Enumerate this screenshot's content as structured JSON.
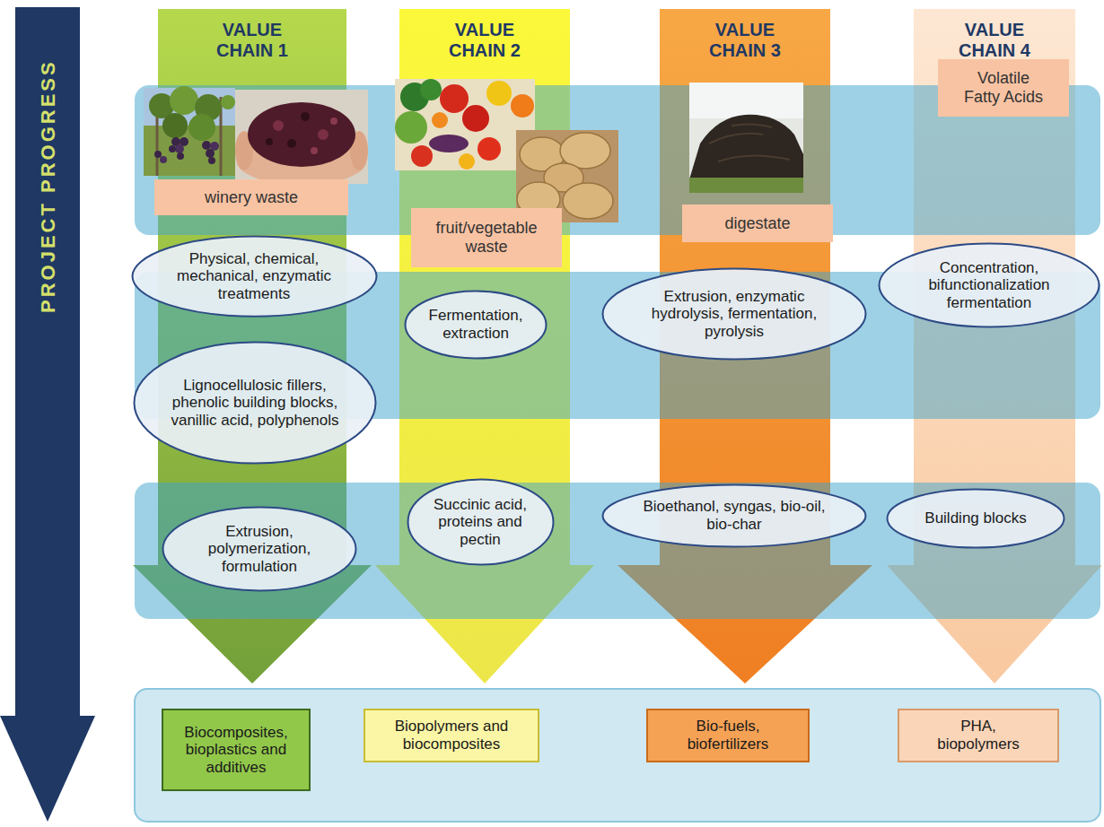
{
  "diagram": {
    "nodes": [
      {
        "text": [
          "PROJECT PROGRESS"
        ]
      },
      {
        "text": [
          "VALUE CHAIN 1"
        ]
      },
      {
        "text": [
          "winery waste"
        ],
        "in": 1
      },
      {
        "text": [
          "Physical, chemical, mechanical, enzymatic treatments"
        ],
        "in": 1
      },
      {
        "text": [
          "Lignocellulosic fillers, phenolic building blocks, vanillic acid, polyphenols"
        ],
        "in": 1
      },
      {
        "text": [
          "Extrusion, polymerization, formulation"
        ],
        "in": 1
      },
      {
        "text": [
          "VALUE CHAIN 2"
        ]
      },
      {
        "text": [
          "fruit/vegetable waste"
        ],
        "in": 6
      },
      {
        "text": [
          "Fermentation, extraction"
        ],
        "in": 6
      },
      {
        "text": [
          "Succinic acid, proteins and pectin"
        ],
        "in": 6
      },
      {
        "text": [
          "VALUE CHAIN 3"
        ]
      },
      {
        "text": [
          "digestate"
        ],
        "in": 10
      },
      {
        "text": [
          "Extrusion, enzymatic hydrolysis, fermentation, pyrolysis"
        ],
        "in": 10
      },
      {
        "text": [
          "Bioethanol, syngas, bio-oil, bio-char"
        ],
        "in": 10
      },
      {
        "text": [
          "VALUE CHAIN 4"
        ]
      },
      {
        "text": [
          "Volatile Fatty Acids"
        ],
        "in": 14
      },
      {
        "text": [
          "Concentration, bifunctionalization fermentation"
        ],
        "in": 14
      },
      {
        "text": [
          "Building blocks"
        ],
        "in": 14
      },
      {
        "text": [
          "Biocomposites, bioplastics and additives"
        ]
      },
      {
        "text": [
          "Biopolymers and biocomposites"
        ]
      },
      {
        "text": [
          "Bio-fuels, biofertilizers"
        ]
      },
      {
        "text": [
          "PHA, biopolymers"
        ]
      }
    ]
  }
}
